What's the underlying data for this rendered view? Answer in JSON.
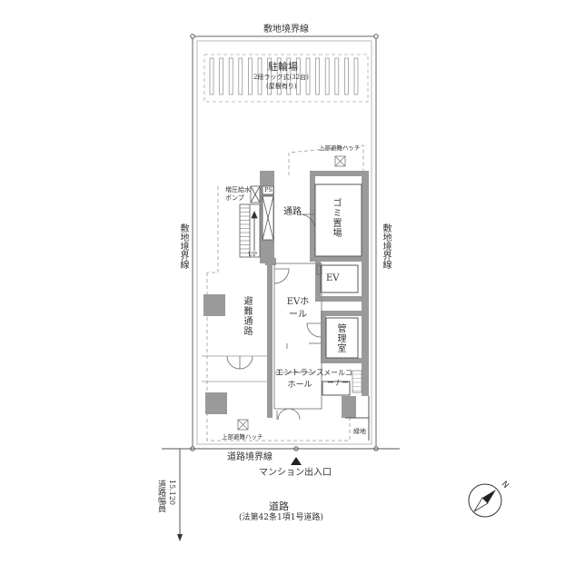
{
  "labels": {
    "site_boundary_top": "敷地境界線",
    "site_boundary_left": "敷地境界線",
    "site_boundary_right": "敷地境界線",
    "road_boundary": "道路境界線",
    "bike_parking": "駐輪場",
    "bike_rack": "2段ラック式(32台)",
    "bike_roof": "(屋根有り)",
    "hatch_upper": "上部避難ハッチ",
    "hatch_lower": "上部避難ハッチ",
    "pump": "増圧給水ポンプ",
    "ps": "PS",
    "passage": "通路",
    "garbage": "ゴミ置場",
    "ev": "EV",
    "ev_hall": "EVホール",
    "evac_route": "避難通路",
    "management": "管理室",
    "entrance": "エントランスホール",
    "mail_corner": "メールコーナー",
    "greenery": "緑地",
    "up": "UP",
    "entrance_exit": "マンション出入口",
    "road": "道路",
    "road_article": "(法第42条1項1号道路)",
    "road_width_title": "道路幅員",
    "road_width_value": "15.120",
    "north": "N"
  }
}
